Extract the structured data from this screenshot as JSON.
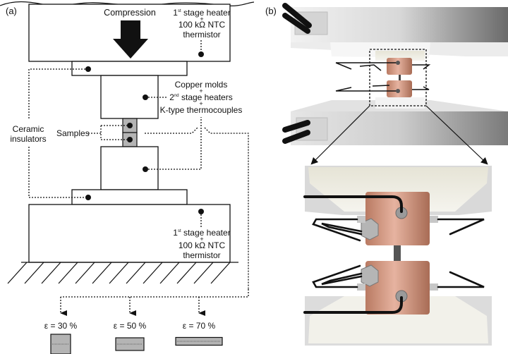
{
  "panel_a": {
    "label": "(a)",
    "compression_label": "Compression",
    "top_heater": {
      "line1_sup": "st",
      "line1_pre": "1",
      "line1_post": " stage heater",
      "plus": "+",
      "line2": "100 kΩ NTC",
      "line3": "thermistor"
    },
    "bottom_heater": {
      "line1_sup": "st",
      "line1_pre": "1",
      "line1_post": " stage heater",
      "plus": "+",
      "line2": "100 kΩ NTC",
      "line3": "thermistor"
    },
    "copper": {
      "line1": "Copper molds",
      "plus1": "+",
      "line2_pre": "2",
      "line2_sup": "nd",
      "line2_post": " stage heaters",
      "plus2": "+",
      "line3": "K-type thermocouples"
    },
    "ceramic": {
      "line1": "Ceramic",
      "line2": "insulators"
    },
    "samples_label": "Samples",
    "strains": [
      {
        "label": "ε = 30 %",
        "value_percent": 30
      },
      {
        "label": "ε = 50 %",
        "value_percent": 50
      },
      {
        "label": "ε = 70 %",
        "value_percent": 70
      }
    ]
  },
  "panel_b": {
    "label": "(b)"
  },
  "colors": {
    "line": "#111111",
    "sample_fill": "#b4b4b4",
    "copper": "#c98e78",
    "plate_light": "#f0f0f0",
    "plate_dark": "#6e6e6e",
    "ceramic": "#ecebe2"
  }
}
